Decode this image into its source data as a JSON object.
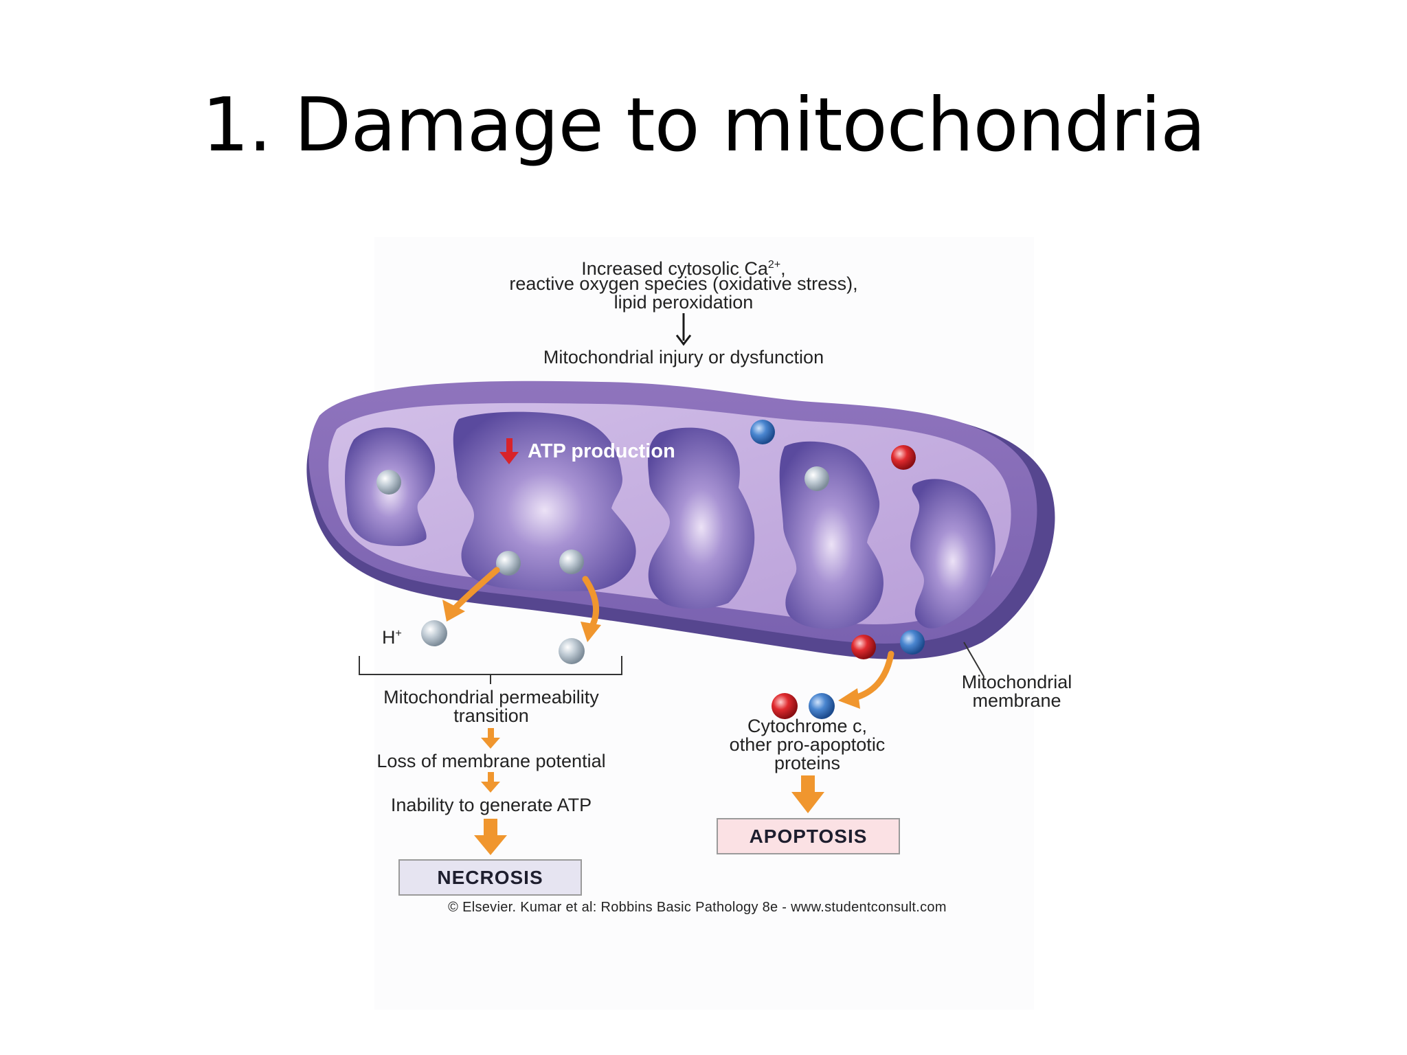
{
  "slide": {
    "title": "1. Damage to mitochondria"
  },
  "figure": {
    "triggers": {
      "line1": "Increased cytosolic Ca",
      "line1_sup": "2+",
      "line1_end": ",",
      "line2": "reactive oxygen species (oxidative stress),",
      "line3": "lipid peroxidation"
    },
    "injury": "Mitochondrial injury or dysfunction",
    "atp_production": "ATP production",
    "proton": "H",
    "proton_sup": "+",
    "membrane_label": {
      "line1": "Mitochondrial",
      "line2": "membrane"
    },
    "necrosis_path": {
      "mpt_line1": "Mitochondrial permeability",
      "mpt_line2": "transition",
      "loss_potential": "Loss of membrane potential",
      "inability_atp": "Inability to generate ATP",
      "outcome": "NECROSIS"
    },
    "apoptosis_path": {
      "cyto_line1": "Cytochrome c,",
      "cyto_line2": "other pro-apoptotic",
      "cyto_line3": "proteins",
      "outcome": "APOPTOSIS"
    },
    "credit": "© Elsevier. Kumar et al: Robbins Basic Pathology 8e - www.studentconsult.com"
  },
  "colors": {
    "mito_outer": "#9c7fc4",
    "mito_rim": "#5b4a9a",
    "mito_inner": "#cdb6e3",
    "matrix": "#6a58ad",
    "arrow_orange": "#f0962e",
    "arrow_red": "#d8232a",
    "ball_gray": "#b6c2cc",
    "ball_blue": "#3f7cc9",
    "ball_red": "#d91f26",
    "necrosis_fill": "#e6e4f1",
    "apoptosis_fill": "#fbe1e4"
  }
}
